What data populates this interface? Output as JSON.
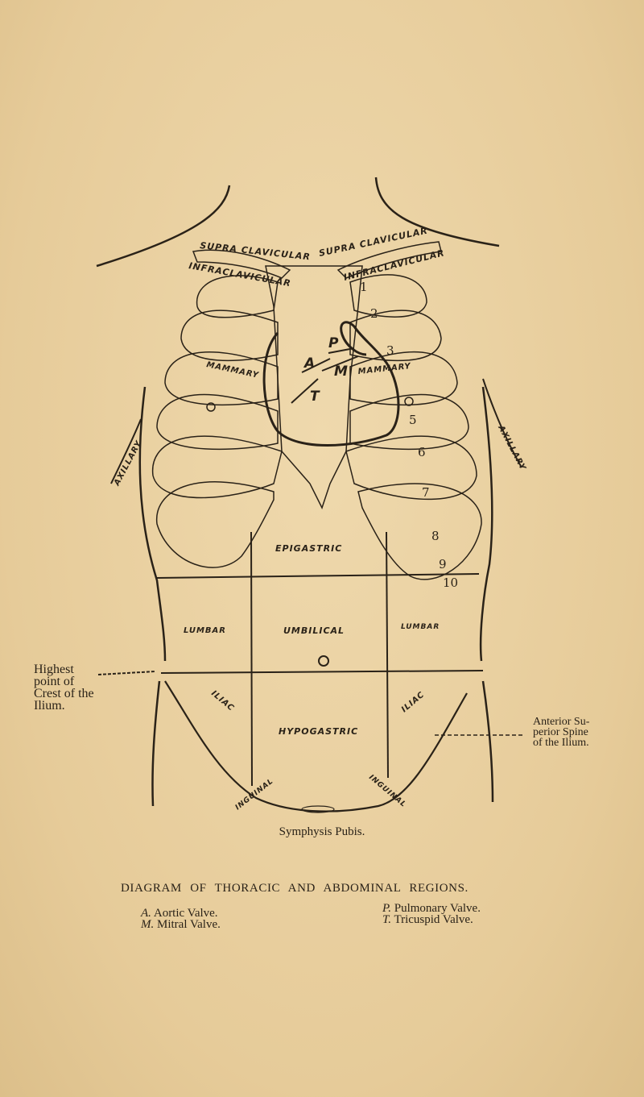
{
  "figure": {
    "title": "DIAGRAM OF THORACIC AND ABDOMINAL REGIONS.",
    "thoracic_labels": {
      "supra_clavicular_left": "SUPRA CLAVICULAR",
      "supra_clavicular_right": "SUPRA CLAVICULAR",
      "infraclavicular_left": "INFRACLAVICULAR",
      "infraclavicular_right": "INFRACLAVICULAR",
      "mammary_left": "MAMMARY",
      "mammary_right": "MAMMARY",
      "axillary_left": "AXILLARY",
      "axillary_right": "AXILLARY"
    },
    "valve_markers": {
      "a": "A",
      "p": "P",
      "m": "M",
      "t": "T"
    },
    "rib_numbers": [
      "1",
      "2",
      "3",
      "5",
      "6",
      "7",
      "8",
      "9",
      "10"
    ],
    "abdominal_regions": {
      "epigastric": "EPIGASTRIC",
      "lumbar_left": "LUMBAR",
      "umbilical": "UMBILICAL",
      "lumbar_right": "LUMBAR",
      "iliac_left": "ILIAC",
      "hypogastric": "HYPOGASTRIC",
      "iliac_right": "ILIAC",
      "inguinal_left": "INGUINAL",
      "inguinal_right": "INGUINAL"
    },
    "annotations": {
      "highest_point": [
        "Highest",
        "point of",
        "Crest of the",
        "Ilium."
      ],
      "anterior_superior": [
        "Anterior Su-",
        "perior Spine",
        "of the Ilium."
      ],
      "symphysis": "Symphysis Pubis."
    },
    "legend": [
      {
        "key": "A.",
        "label": "Aortic Valve."
      },
      {
        "key": "M.",
        "label": "Mitral Valve."
      },
      {
        "key": "P.",
        "label": "Pulmonary Valve."
      },
      {
        "key": "T.",
        "label": "Tricuspid Valve."
      }
    ],
    "colors": {
      "paper": "#e8cfa0",
      "ink": "#2a2218",
      "bone_shading": "#b9a888"
    }
  }
}
